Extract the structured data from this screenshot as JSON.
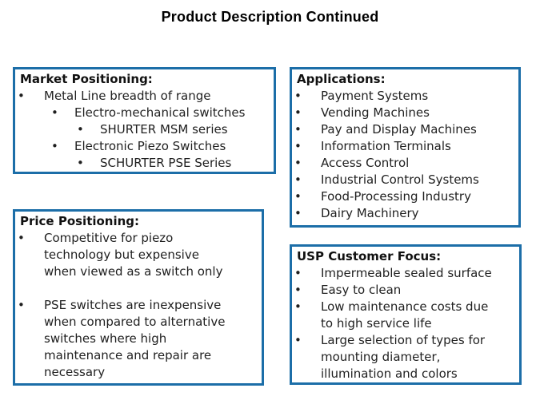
{
  "title": "Product Description Continued",
  "bullet_char": "•",
  "colors": {
    "border_blue": "#1C6EA8",
    "title_text": "#000000",
    "body_text": "#1F1F1F",
    "background": "#FFFFFF"
  },
  "boxes": {
    "market_positioning": {
      "title": "Market Positioning:",
      "items": [
        {
          "level": 1,
          "text": "Metal Line breadth of range"
        },
        {
          "level": 2,
          "text": "Electro-mechanical switches"
        },
        {
          "level": 3,
          "text": "SHURTER MSM series"
        },
        {
          "level": 2,
          "text": "Electronic Piezo Switches"
        },
        {
          "level": 3,
          "text": "SCHURTER PSE Series"
        }
      ]
    },
    "applications": {
      "title": "Applications:",
      "items": [
        {
          "level": 1,
          "text": "Payment Systems"
        },
        {
          "level": 1,
          "text": "Vending Machines"
        },
        {
          "level": 1,
          "text": "Pay and Display Machines"
        },
        {
          "level": 1,
          "text": "Information Terminals"
        },
        {
          "level": 1,
          "text": "Access Control"
        },
        {
          "level": 1,
          "text": "Industrial Control Systems"
        },
        {
          "level": 1,
          "text": "Food-Processing Industry"
        },
        {
          "level": 1,
          "text": "Dairy Machinery"
        }
      ]
    },
    "price_positioning": {
      "title": "Price Positioning:",
      "items": [
        {
          "level": 1,
          "text": "Competitive for piezo technology but expensive when viewed as a switch only"
        },
        {
          "level": 1,
          "text": "PSE switches are inexpensive when compared to alternative switches where high maintenance and repair are necessary"
        }
      ]
    },
    "usp_customer_focus": {
      "title": "USP Customer Focus:",
      "items": [
        {
          "level": 1,
          "text": "Impermeable sealed surface"
        },
        {
          "level": 1,
          "text": "Easy to clean"
        },
        {
          "level": 1,
          "text": "Low maintenance costs due to high service life"
        },
        {
          "level": 1,
          "text": "Large selection of types for mounting diameter, illumination and colors"
        }
      ]
    }
  }
}
